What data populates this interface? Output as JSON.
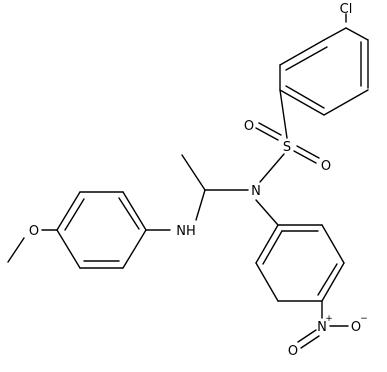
{
  "colors": {
    "background": "#ffffff",
    "ink": "#000000"
  },
  "atoms": {
    "cl": "Cl",
    "s": "S",
    "o_top": "O",
    "o_bottom": "O",
    "n_sulfonamide": "N",
    "nh": "NH",
    "o_methoxy": "O",
    "n_nitro": "N",
    "n_nitro_charge": "+",
    "o_nitro_top": "O",
    "o_nitro_right": "O",
    "o_nitro_charge": "−"
  }
}
